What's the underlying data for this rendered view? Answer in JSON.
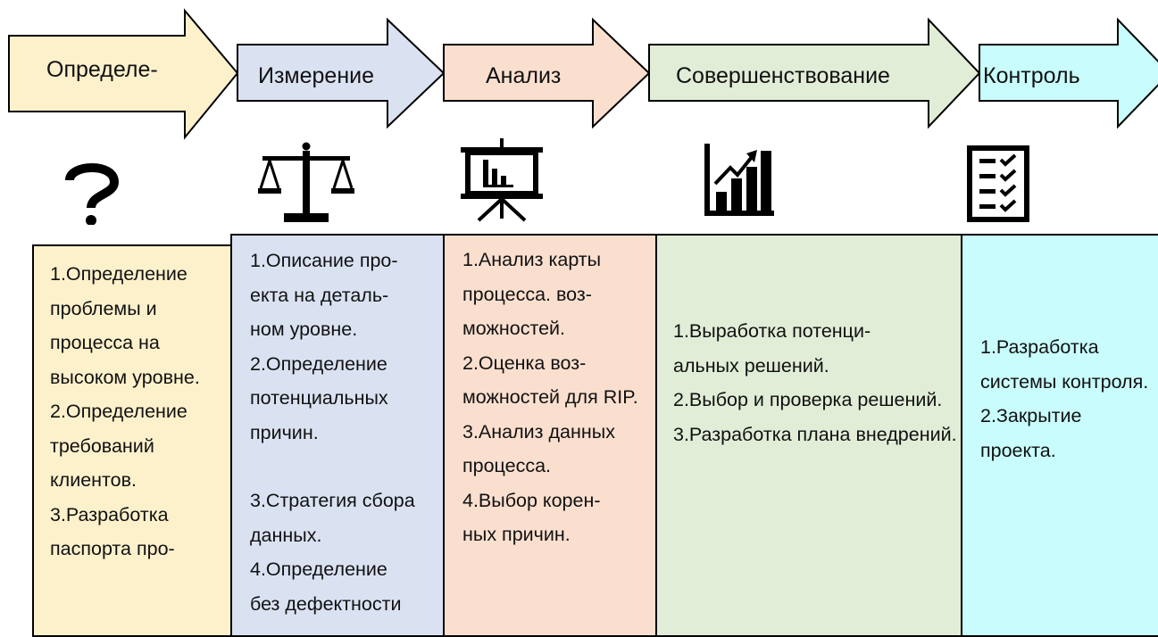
{
  "stages": [
    {
      "label": "Определе-",
      "icon": "question-icon",
      "color": "#fdf1cc",
      "items": [
        "1.Определение проблемы и процесса на высоком уровне.",
        "2.Определение требований клиентов.",
        "3.Разработка паспорта про-"
      ]
    },
    {
      "label": "Измерение",
      "icon": "scales-icon",
      "color": "#dae2f2",
      "items": [
        "1.Описание про-\nекта на деталь-\nном уровне.",
        "2.Определение потенциальных причин.",
        "",
        "3.Стратегия сбора данных.",
        "4.Определение",
        "без дефектности"
      ]
    },
    {
      "label": "Анализ",
      "icon": "presentation-icon",
      "color": "#fadfcf",
      "items": [
        "1.Анализ карты процесса. воз-\nможностей.",
        "2.Оценка воз-\nможностей для RIP.",
        "3.Анализ данных процесса.",
        "4.Выбор корен-\nных причин."
      ]
    },
    {
      "label": "Совершенствование",
      "icon": "growth-chart-icon",
      "color": "#e1edd7",
      "items": [
        "1.Выработка потенци-\nальных решений.",
        "2.Выбор и проверка решений.",
        "3.Разработка плана внедрений."
      ]
    },
    {
      "label": "Контроль",
      "icon": "checklist-icon",
      "color": "#c9fdfd",
      "items": [
        "1.Разработка системы контроля.",
        "2.Закрытие проекта."
      ]
    }
  ]
}
